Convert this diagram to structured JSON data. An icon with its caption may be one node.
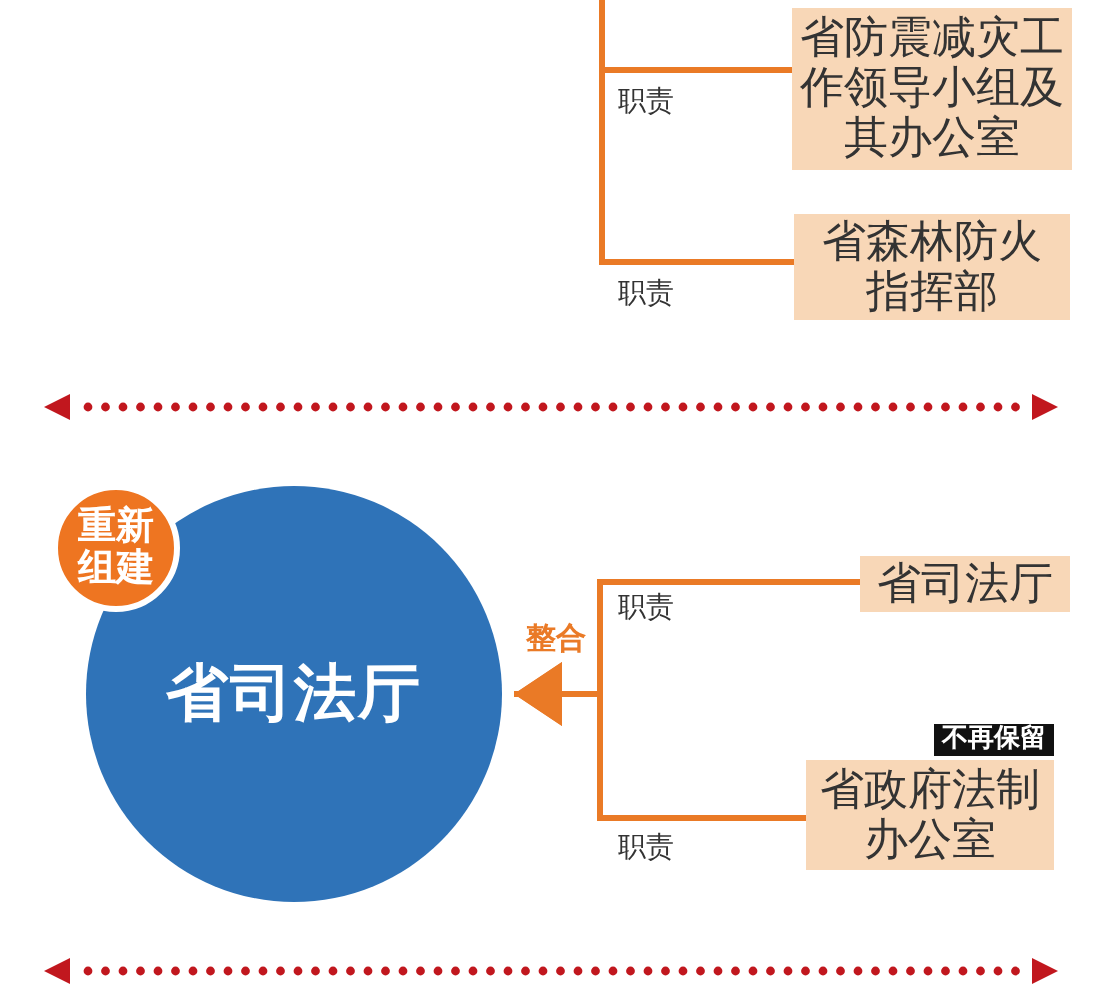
{
  "diagram": {
    "nodes": [
      {
        "text": [
          "省防震减灾工作领导小组及其办公室"
        ]
      },
      {
        "text": [
          "省森林防火指挥部"
        ]
      },
      {
        "text": [
          "重新组建"
        ]
      },
      {
        "text": [
          "省司法厅"
        ]
      },
      {
        "text": [
          "省司法厅"
        ]
      },
      {
        "text": [
          "省政府法制办公室"
        ],
        "beside": [
          "不再保留"
        ]
      }
    ],
    "edges": [
      {
        "from": null,
        "to": 0,
        "arrow": "none",
        "label": "职责"
      },
      {
        "from": null,
        "to": 1,
        "arrow": "none",
        "label": "职责"
      },
      {
        "from": 4,
        "to": 3,
        "arrow": "to",
        "label": "职责"
      },
      {
        "from": 5,
        "to": 3,
        "arrow": "to",
        "label": "职责"
      }
    ],
    "labels": [
      "整合"
    ]
  }
}
